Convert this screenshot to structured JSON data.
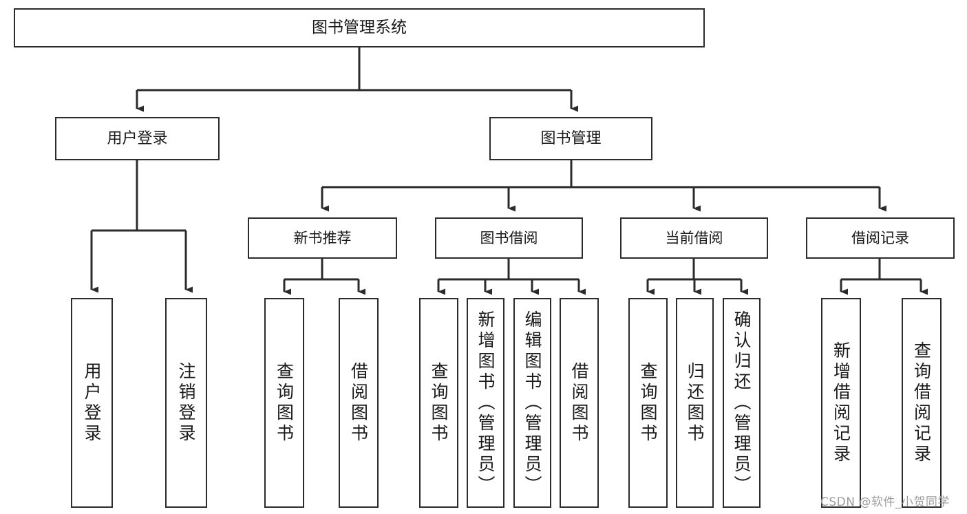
{
  "diagram": {
    "title": "图书管理系统",
    "root": {
      "label": "图书管理系统"
    },
    "level2": [
      {
        "label": "用户登录"
      },
      {
        "label": "图书管理"
      }
    ],
    "level3": [
      {
        "label": "新书推荐"
      },
      {
        "label": "图书借阅"
      },
      {
        "label": "当前借阅"
      },
      {
        "label": "借阅记录"
      }
    ],
    "leaves": {
      "user_login": [
        {
          "label": "用户登录"
        },
        {
          "label": "注销登录"
        }
      ],
      "new_book_recommend": [
        {
          "label": "查询图书"
        },
        {
          "label": "借阅图书"
        }
      ],
      "book_borrow": [
        {
          "label": "查询图书"
        },
        {
          "label": "新增图书（管理员）"
        },
        {
          "label": "编辑图书（管理员）"
        },
        {
          "label": "借阅图书"
        }
      ],
      "current_borrow": [
        {
          "label": "查询图书"
        },
        {
          "label": "归还图书"
        },
        {
          "label": "确认归还（管理员）"
        }
      ],
      "borrow_record": [
        {
          "label": "新增借阅记录"
        },
        {
          "label": "查询借阅记录"
        }
      ]
    }
  },
  "watermark": {
    "text": "CSDN @软件_小贺同学"
  },
  "colors": {
    "stroke": "#2b2b2b",
    "fill": "#ffffff",
    "text": "#1a1a1a",
    "watermark": "#9c9c9c"
  }
}
